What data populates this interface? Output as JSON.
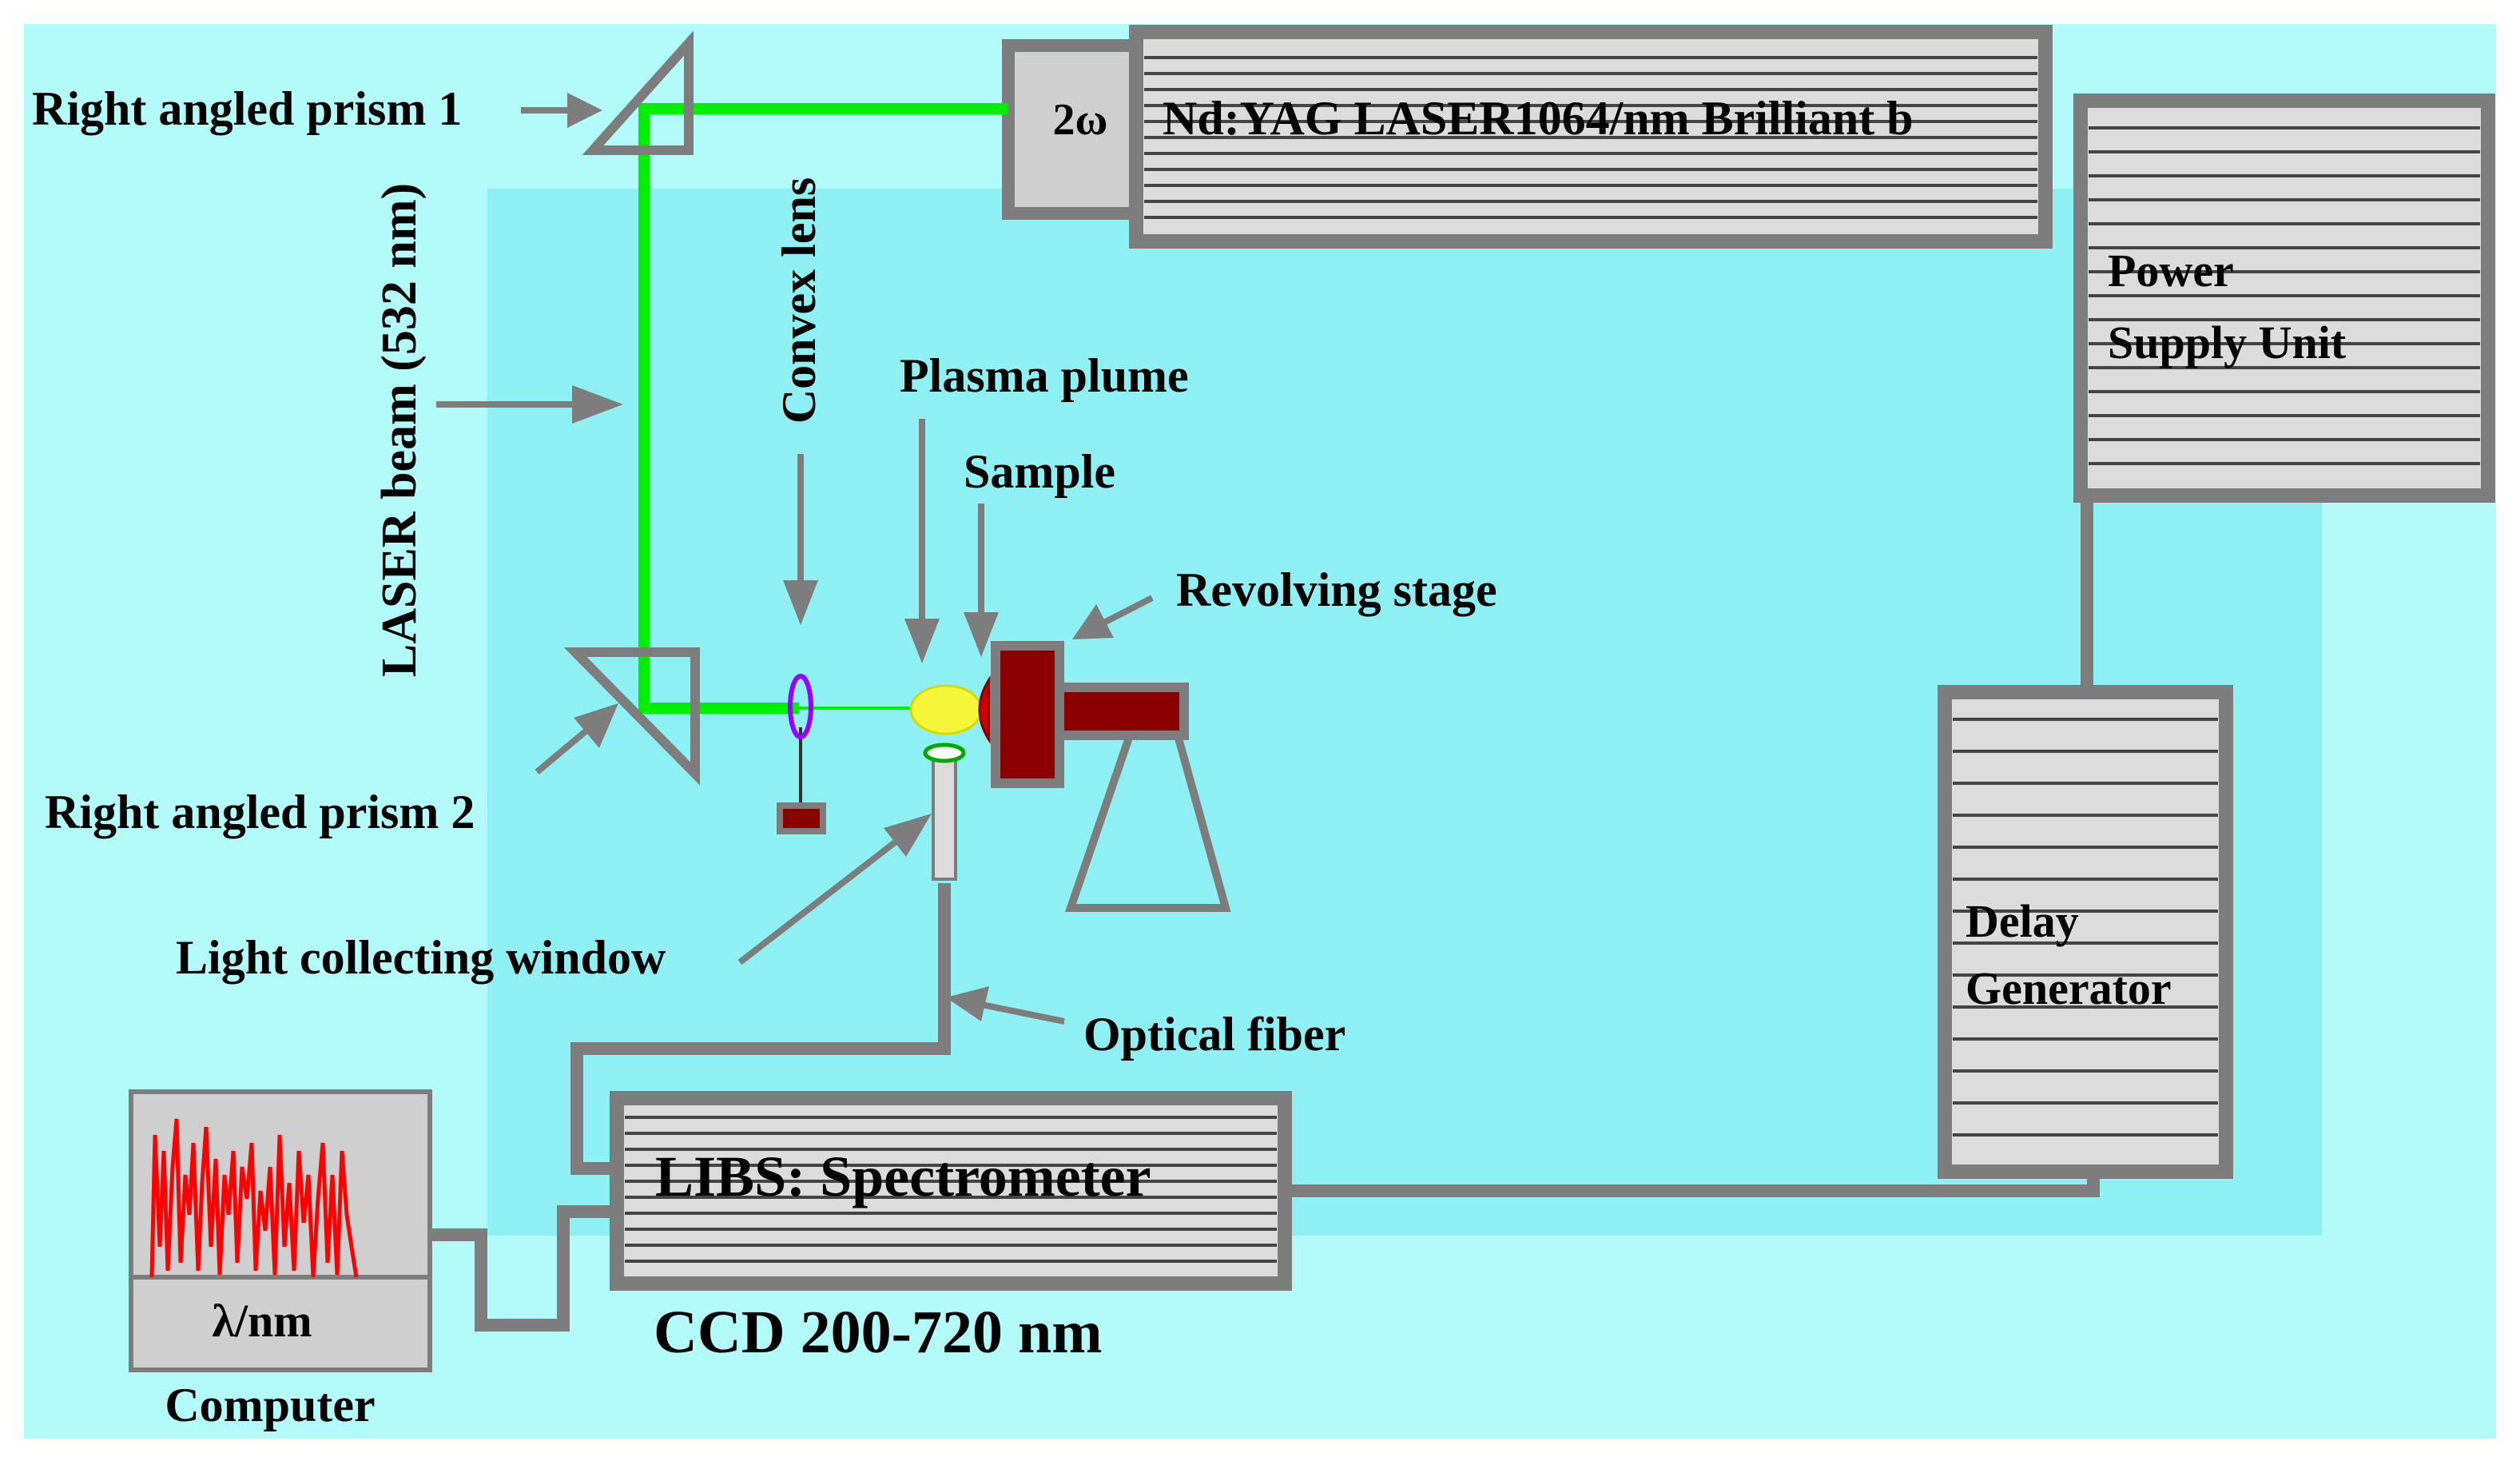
{
  "colors": {
    "outer_background": "#b3fbfb",
    "inner_background": "#8ef0f2",
    "laser_beam": "#00ee00",
    "equipment_gray": "#7d7d7d",
    "panel_fill": "#cfcfcf",
    "spectrum_red": "#ff0000",
    "sample_red": "#cc0000",
    "stage_maroon": "#8a0000",
    "plasma_yellow": "#f5f53a",
    "lens_violet": "#9900ff",
    "window_green": "#00aa00"
  },
  "labels": {
    "laser_head": "Nd:YAG LASER1064/nm Brilliant b",
    "harmonic": "2ω",
    "power_supply_line1": "Power",
    "power_supply_line2": "Supply Unit",
    "delay_line1": "Delay",
    "delay_line2": "Generator",
    "prism1": "Right angled prism 1",
    "prism2": "Right angled prism 2",
    "laser_beam": "LASER beam (532 nm)",
    "convex_lens": "Convex lens",
    "plasma_plume": "Plasma plume",
    "sample": "Sample",
    "revolving_stage": "Revolving stage",
    "light_window": "Light collecting window",
    "optical_fiber": "Optical fiber",
    "spectrometer": "LIBS: Spectrometer",
    "ccd": "CCD 200-720 nm",
    "spectrum_axis": "λ/nm",
    "computer": "Computer"
  },
  "icons": [
    "prism-icon",
    "lens-icon",
    "plasma-icon",
    "sample-icon",
    "stage-icon",
    "spectrum-icon"
  ]
}
